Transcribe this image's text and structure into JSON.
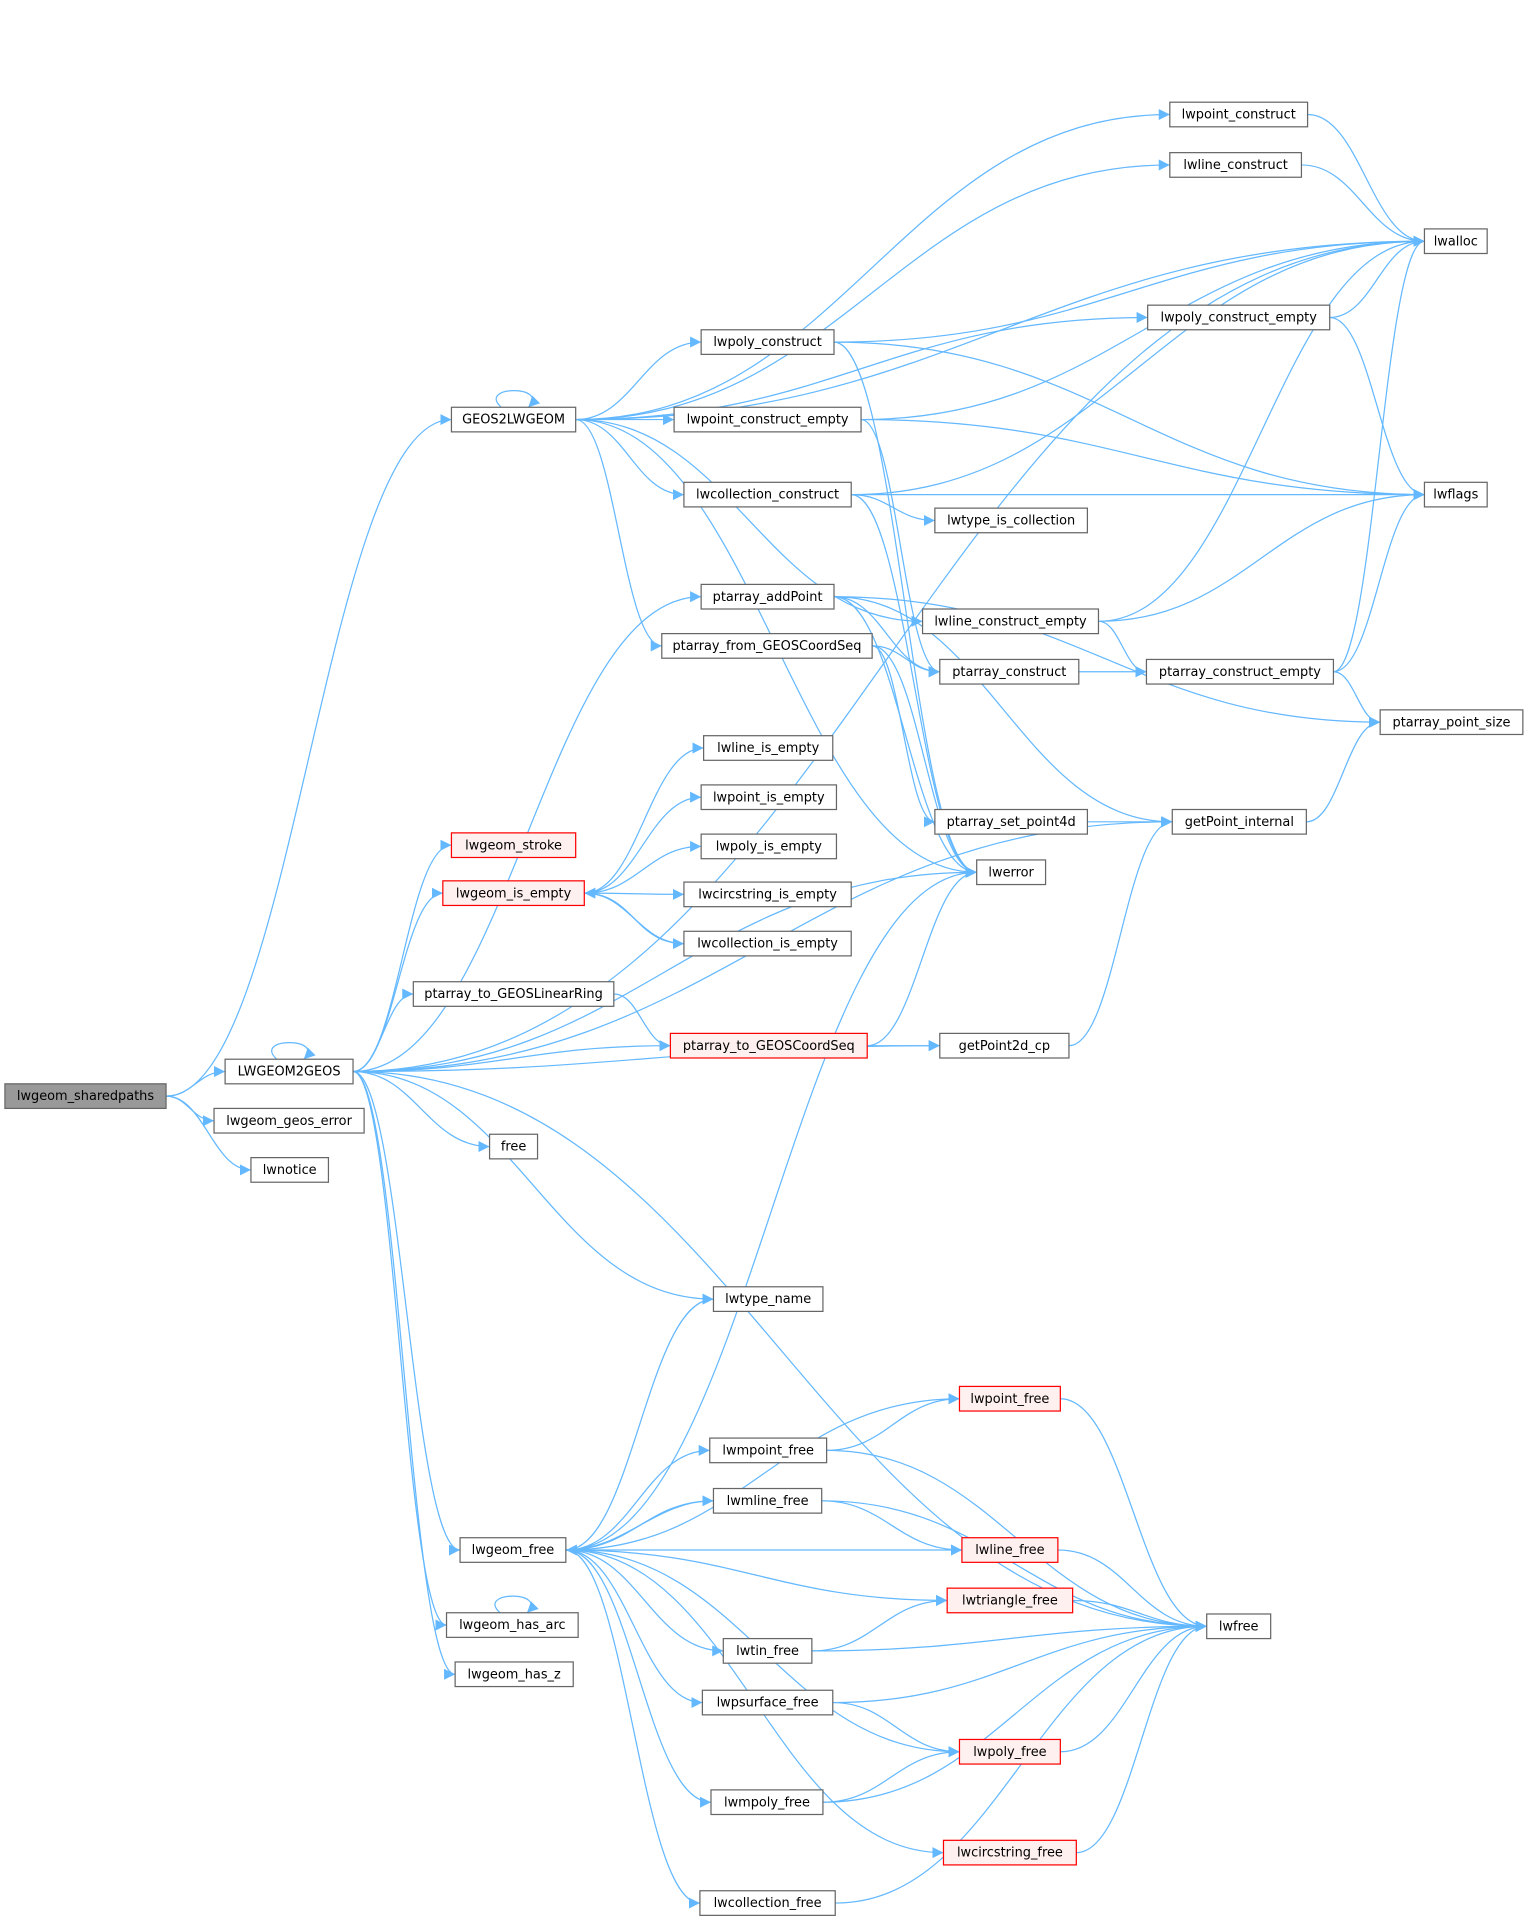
{
  "colors": {
    "edge": "#63b8ff",
    "node_border": "#666666",
    "root_fill": "#999999",
    "red_border": "#ff0000",
    "red_fill": "#fff0f0"
  },
  "nodes": [
    {
      "id": "lwgeom_sharedpaths",
      "label": "lwgeom_sharedpaths",
      "style": "root"
    },
    {
      "id": "LWGEOM2GEOS",
      "label": "LWGEOM2GEOS",
      "style": "normal"
    },
    {
      "id": "lwgeom_geos_error",
      "label": "lwgeom_geos_error",
      "style": "normal"
    },
    {
      "id": "lwnotice",
      "label": "lwnotice",
      "style": "normal"
    },
    {
      "id": "GEOS2LWGEOM",
      "label": "GEOS2LWGEOM",
      "style": "normal"
    },
    {
      "id": "lwpoint_construct",
      "label": "lwpoint_construct",
      "style": "normal"
    },
    {
      "id": "lwline_construct",
      "label": "lwline_construct",
      "style": "normal"
    },
    {
      "id": "lwalloc",
      "label": "lwalloc",
      "style": "normal"
    },
    {
      "id": "lwpoly_construct_empty",
      "label": "lwpoly_construct_empty",
      "style": "normal"
    },
    {
      "id": "lwpoly_construct",
      "label": "lwpoly_construct",
      "style": "normal"
    },
    {
      "id": "lwpoint_construct_empty",
      "label": "lwpoint_construct_empty",
      "style": "normal"
    },
    {
      "id": "lwcollection_construct",
      "label": "lwcollection_construct",
      "style": "normal"
    },
    {
      "id": "lwtype_is_collection",
      "label": "lwtype_is_collection",
      "style": "normal"
    },
    {
      "id": "lwflags",
      "label": "lwflags",
      "style": "normal"
    },
    {
      "id": "ptarray_addPoint",
      "label": "ptarray_addPoint",
      "style": "normal"
    },
    {
      "id": "lwline_construct_empty",
      "label": "lwline_construct_empty",
      "style": "normal"
    },
    {
      "id": "ptarray_from_GEOSCoordSeq",
      "label": "ptarray_from_GEOSCoordSeq",
      "style": "normal"
    },
    {
      "id": "ptarray_construct",
      "label": "ptarray_construct",
      "style": "normal"
    },
    {
      "id": "ptarray_construct_empty",
      "label": "ptarray_construct_empty",
      "style": "normal"
    },
    {
      "id": "ptarray_point_size",
      "label": "ptarray_point_size",
      "style": "normal"
    },
    {
      "id": "lwline_is_empty",
      "label": "lwline_is_empty",
      "style": "normal"
    },
    {
      "id": "lwpoint_is_empty",
      "label": "lwpoint_is_empty",
      "style": "normal"
    },
    {
      "id": "ptarray_set_point4d",
      "label": "ptarray_set_point4d",
      "style": "normal"
    },
    {
      "id": "getPoint_internal",
      "label": "getPoint_internal",
      "style": "normal"
    },
    {
      "id": "lwgeom_stroke",
      "label": "lwgeom_stroke",
      "style": "red"
    },
    {
      "id": "lwpoly_is_empty",
      "label": "lwpoly_is_empty",
      "style": "normal"
    },
    {
      "id": "lwgeom_is_empty",
      "label": "lwgeom_is_empty",
      "style": "red"
    },
    {
      "id": "lwerror",
      "label": "lwerror",
      "style": "normal"
    },
    {
      "id": "lwcircstring_is_empty",
      "label": "lwcircstring_is_empty",
      "style": "normal"
    },
    {
      "id": "lwcollection_is_empty",
      "label": "lwcollection_is_empty",
      "style": "normal"
    },
    {
      "id": "ptarray_to_GEOSLinearRing",
      "label": "ptarray_to_GEOSLinearRing",
      "style": "normal"
    },
    {
      "id": "ptarray_to_GEOSCoordSeq",
      "label": "ptarray_to_GEOSCoordSeq",
      "style": "red"
    },
    {
      "id": "getPoint2d_cp",
      "label": "getPoint2d_cp",
      "style": "normal"
    },
    {
      "id": "free",
      "label": "free",
      "style": "normal"
    },
    {
      "id": "lwtype_name",
      "label": "lwtype_name",
      "style": "normal"
    },
    {
      "id": "lwpoint_free",
      "label": "lwpoint_free",
      "style": "red"
    },
    {
      "id": "lwmpoint_free",
      "label": "lwmpoint_free",
      "style": "normal"
    },
    {
      "id": "lwmline_free",
      "label": "lwmline_free",
      "style": "normal"
    },
    {
      "id": "lwgeom_free",
      "label": "lwgeom_free",
      "style": "normal"
    },
    {
      "id": "lwline_free",
      "label": "lwline_free",
      "style": "red"
    },
    {
      "id": "lwtriangle_free",
      "label": "lwtriangle_free",
      "style": "red"
    },
    {
      "id": "lwfree",
      "label": "lwfree",
      "style": "normal"
    },
    {
      "id": "lwtin_free",
      "label": "lwtin_free",
      "style": "normal"
    },
    {
      "id": "lwgeom_has_arc",
      "label": "lwgeom_has_arc",
      "style": "normal"
    },
    {
      "id": "lwgeom_has_z",
      "label": "lwgeom_has_z",
      "style": "normal"
    },
    {
      "id": "lwpsurface_free",
      "label": "lwpsurface_free",
      "style": "normal"
    },
    {
      "id": "lwpoly_free",
      "label": "lwpoly_free",
      "style": "red"
    },
    {
      "id": "lwmpoly_free",
      "label": "lwmpoly_free",
      "style": "normal"
    },
    {
      "id": "lwcircstring_free",
      "label": "lwcircstring_free",
      "style": "red"
    },
    {
      "id": "lwcollection_free",
      "label": "lwcollection_free",
      "style": "normal"
    }
  ],
  "edges": [
    [
      "lwgeom_sharedpaths",
      "GEOS2LWGEOM"
    ],
    [
      "lwgeom_sharedpaths",
      "LWGEOM2GEOS"
    ],
    [
      "lwgeom_sharedpaths",
      "lwgeom_geos_error"
    ],
    [
      "lwgeom_sharedpaths",
      "lwnotice"
    ],
    [
      "GEOS2LWGEOM",
      "GEOS2LWGEOM"
    ],
    [
      "GEOS2LWGEOM",
      "lwalloc"
    ],
    [
      "GEOS2LWGEOM",
      "lwpoint_construct"
    ],
    [
      "GEOS2LWGEOM",
      "lwline_construct"
    ],
    [
      "GEOS2LWGEOM",
      "lwpoly_construct_empty"
    ],
    [
      "GEOS2LWGEOM",
      "lwpoly_construct"
    ],
    [
      "GEOS2LWGEOM",
      "lwpoint_construct_empty"
    ],
    [
      "GEOS2LWGEOM",
      "lwcollection_construct"
    ],
    [
      "GEOS2LWGEOM",
      "lwline_construct_empty"
    ],
    [
      "GEOS2LWGEOM",
      "ptarray_from_GEOSCoordSeq"
    ],
    [
      "GEOS2LWGEOM",
      "lwerror"
    ],
    [
      "lwpoint_construct",
      "lwalloc"
    ],
    [
      "lwline_construct",
      "lwalloc"
    ],
    [
      "lwpoly_construct_empty",
      "lwalloc"
    ],
    [
      "lwpoly_construct_empty",
      "lwflags"
    ],
    [
      "lwpoly_construct",
      "lwalloc"
    ],
    [
      "lwpoly_construct",
      "lwflags"
    ],
    [
      "lwpoly_construct",
      "lwerror"
    ],
    [
      "lwpoint_construct_empty",
      "lwalloc"
    ],
    [
      "lwpoint_construct_empty",
      "lwflags"
    ],
    [
      "lwpoint_construct_empty",
      "ptarray_construct"
    ],
    [
      "lwcollection_construct",
      "lwalloc"
    ],
    [
      "lwcollection_construct",
      "lwtype_is_collection"
    ],
    [
      "lwcollection_construct",
      "lwflags"
    ],
    [
      "lwcollection_construct",
      "lwerror"
    ],
    [
      "lwline_construct_empty",
      "lwalloc"
    ],
    [
      "lwline_construct_empty",
      "lwflags"
    ],
    [
      "lwline_construct_empty",
      "ptarray_construct_empty"
    ],
    [
      "ptarray_addPoint",
      "ptarray_point_size"
    ],
    [
      "ptarray_addPoint",
      "getPoint_internal"
    ],
    [
      "ptarray_addPoint",
      "lwerror"
    ],
    [
      "ptarray_addPoint",
      "ptarray_construct"
    ],
    [
      "ptarray_from_GEOSCoordSeq",
      "ptarray_construct"
    ],
    [
      "ptarray_from_GEOSCoordSeq",
      "ptarray_set_point4d"
    ],
    [
      "ptarray_from_GEOSCoordSeq",
      "lwerror"
    ],
    [
      "ptarray_construct",
      "ptarray_construct_empty"
    ],
    [
      "ptarray_construct_empty",
      "lwalloc"
    ],
    [
      "ptarray_construct_empty",
      "lwflags"
    ],
    [
      "ptarray_construct_empty",
      "ptarray_point_size"
    ],
    [
      "ptarray_set_point4d",
      "getPoint_internal"
    ],
    [
      "getPoint_internal",
      "ptarray_point_size"
    ],
    [
      "LWGEOM2GEOS",
      "LWGEOM2GEOS"
    ],
    [
      "LWGEOM2GEOS",
      "lwalloc"
    ],
    [
      "LWGEOM2GEOS",
      "ptarray_addPoint"
    ],
    [
      "LWGEOM2GEOS",
      "lwgeom_stroke"
    ],
    [
      "LWGEOM2GEOS",
      "lwgeom_is_empty"
    ],
    [
      "LWGEOM2GEOS",
      "lwerror"
    ],
    [
      "LWGEOM2GEOS",
      "ptarray_to_GEOSLinearRing"
    ],
    [
      "LWGEOM2GEOS",
      "ptarray_to_GEOSCoordSeq"
    ],
    [
      "LWGEOM2GEOS",
      "getPoint2d_cp"
    ],
    [
      "LWGEOM2GEOS",
      "free"
    ],
    [
      "LWGEOM2GEOS",
      "getPoint_internal"
    ],
    [
      "LWGEOM2GEOS",
      "lwfree"
    ],
    [
      "LWGEOM2GEOS",
      "lwtype_name"
    ],
    [
      "LWGEOM2GEOS",
      "lwgeom_free"
    ],
    [
      "LWGEOM2GEOS",
      "lwgeom_has_arc"
    ],
    [
      "LWGEOM2GEOS",
      "lwgeom_has_z"
    ],
    [
      "lwgeom_is_empty",
      "lwline_is_empty"
    ],
    [
      "lwgeom_is_empty",
      "lwpoint_is_empty"
    ],
    [
      "lwgeom_is_empty",
      "lwpoly_is_empty"
    ],
    [
      "lwgeom_is_empty",
      "lwcircstring_is_empty"
    ],
    [
      "lwgeom_is_empty",
      "lwcollection_is_empty"
    ],
    [
      "lwcollection_is_empty",
      "lwgeom_is_empty"
    ],
    [
      "ptarray_to_GEOSLinearRing",
      "ptarray_to_GEOSCoordSeq"
    ],
    [
      "ptarray_to_GEOSCoordSeq",
      "lwerror"
    ],
    [
      "ptarray_to_GEOSCoordSeq",
      "getPoint2d_cp"
    ],
    [
      "getPoint2d_cp",
      "getPoint_internal"
    ],
    [
      "lwgeom_free",
      "lwtype_name"
    ],
    [
      "lwgeom_free",
      "lwerror"
    ],
    [
      "lwgeom_free",
      "lwpoint_free"
    ],
    [
      "lwgeom_free",
      "lwmpoint_free"
    ],
    [
      "lwgeom_free",
      "lwmline_free"
    ],
    [
      "lwgeom_free",
      "lwline_free"
    ],
    [
      "lwgeom_free",
      "lwtriangle_free"
    ],
    [
      "lwgeom_free",
      "lwtin_free"
    ],
    [
      "lwgeom_free",
      "lwpsurface_free"
    ],
    [
      "lwgeom_free",
      "lwpoly_free"
    ],
    [
      "lwgeom_free",
      "lwmpoly_free"
    ],
    [
      "lwgeom_free",
      "lwcircstring_free"
    ],
    [
      "lwgeom_free",
      "lwcollection_free"
    ],
    [
      "lwmline_free",
      "lwgeom_free"
    ],
    [
      "lwmpoint_free",
      "lwpoint_free"
    ],
    [
      "lwmpoint_free",
      "lwfree"
    ],
    [
      "lwmline_free",
      "lwline_free"
    ],
    [
      "lwmline_free",
      "lwfree"
    ],
    [
      "lwpoint_free",
      "lwfree"
    ],
    [
      "lwline_free",
      "lwfree"
    ],
    [
      "lwtriangle_free",
      "lwfree"
    ],
    [
      "lwtin_free",
      "lwtriangle_free"
    ],
    [
      "lwtin_free",
      "lwfree"
    ],
    [
      "lwpsurface_free",
      "lwpoly_free"
    ],
    [
      "lwpsurface_free",
      "lwfree"
    ],
    [
      "lwpoly_free",
      "lwfree"
    ],
    [
      "lwmpoly_free",
      "lwpoly_free"
    ],
    [
      "lwmpoly_free",
      "lwfree"
    ],
    [
      "lwcircstring_free",
      "lwfree"
    ],
    [
      "lwcollection_free",
      "lwfree"
    ],
    [
      "lwgeom_has_arc",
      "lwgeom_has_arc"
    ]
  ]
}
